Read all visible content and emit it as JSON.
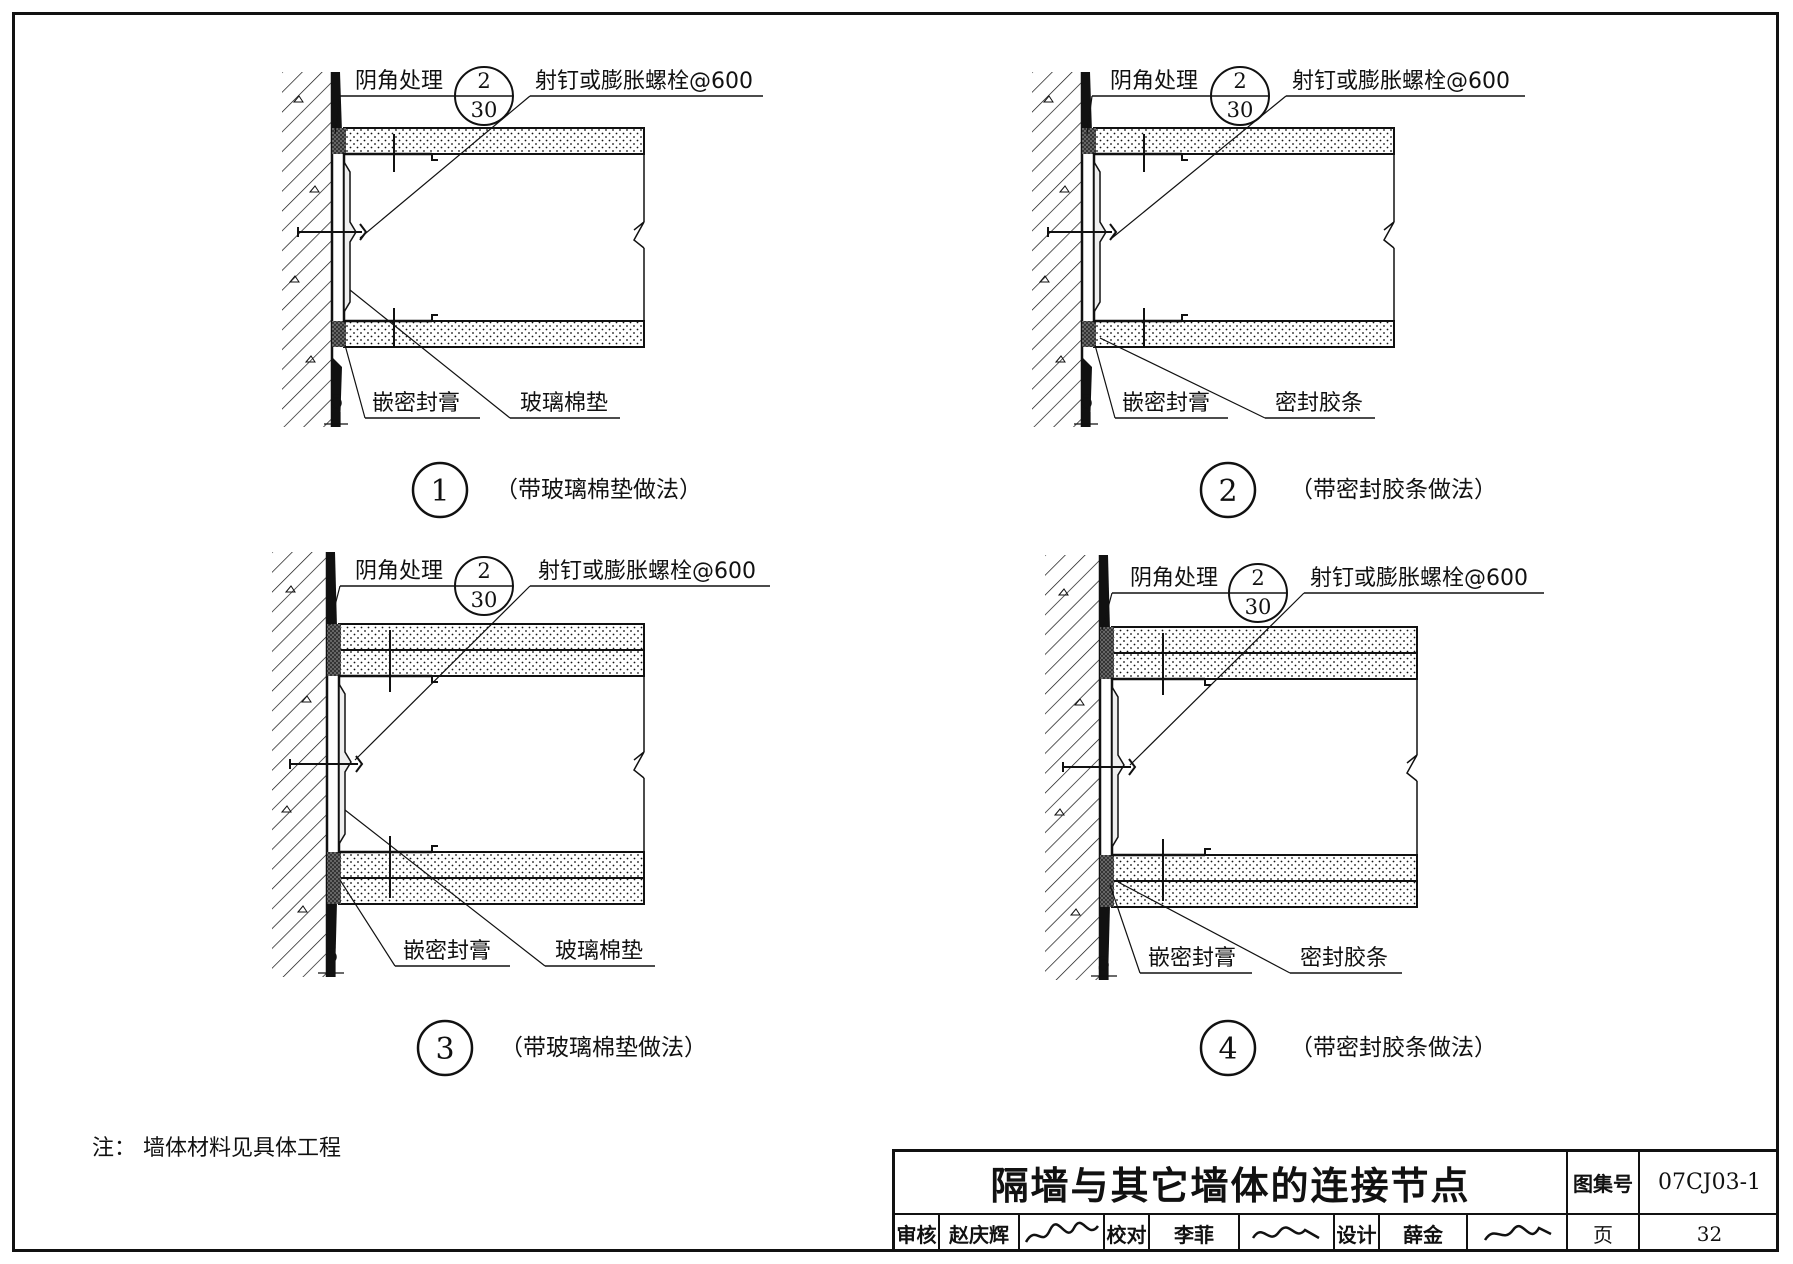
{
  "details": [
    {
      "number": "1",
      "caption": "（带玻璃棉垫做法）",
      "corner_label": "阴角处理",
      "ref_top": "2",
      "ref_bottom": "30",
      "fastener": "射钉或膨胀螺栓@600",
      "seal_label": "嵌密封膏",
      "pad_label": "玻璃棉垫",
      "gap": "5"
    },
    {
      "number": "2",
      "caption": "（带密封胶条做法）",
      "corner_label": "阴角处理",
      "ref_top": "2",
      "ref_bottom": "30",
      "fastener": "射钉或膨胀螺栓@600",
      "seal_label": "嵌密封膏",
      "pad_label": "密封胶条",
      "gap": "5"
    },
    {
      "number": "3",
      "caption": "（带玻璃棉垫做法）",
      "corner_label": "阴角处理",
      "ref_top": "2",
      "ref_bottom": "30",
      "fastener": "射钉或膨胀螺栓@600",
      "seal_label": "嵌密封膏",
      "pad_label": "玻璃棉垫",
      "gap": "5"
    },
    {
      "number": "4",
      "caption": "（带密封胶条做法）",
      "corner_label": "阴角处理",
      "ref_top": "2",
      "ref_bottom": "30",
      "fastener": "射钉或膨胀螺栓@600",
      "seal_label": "嵌密封膏",
      "pad_label": "密封胶条",
      "gap": "5"
    }
  ],
  "note": "注：  墙体材料见具体工程",
  "title_block": {
    "title": "隔墙与其它墙体的连接节点",
    "atlas_label": "图集号",
    "atlas_no": "07CJ03-1",
    "review_label": "审核",
    "reviewer": "赵庆辉",
    "check_label": "校对",
    "checker": "李菲",
    "design_label": "设计",
    "designer": "薛金",
    "page_label": "页",
    "page_no": "32"
  }
}
